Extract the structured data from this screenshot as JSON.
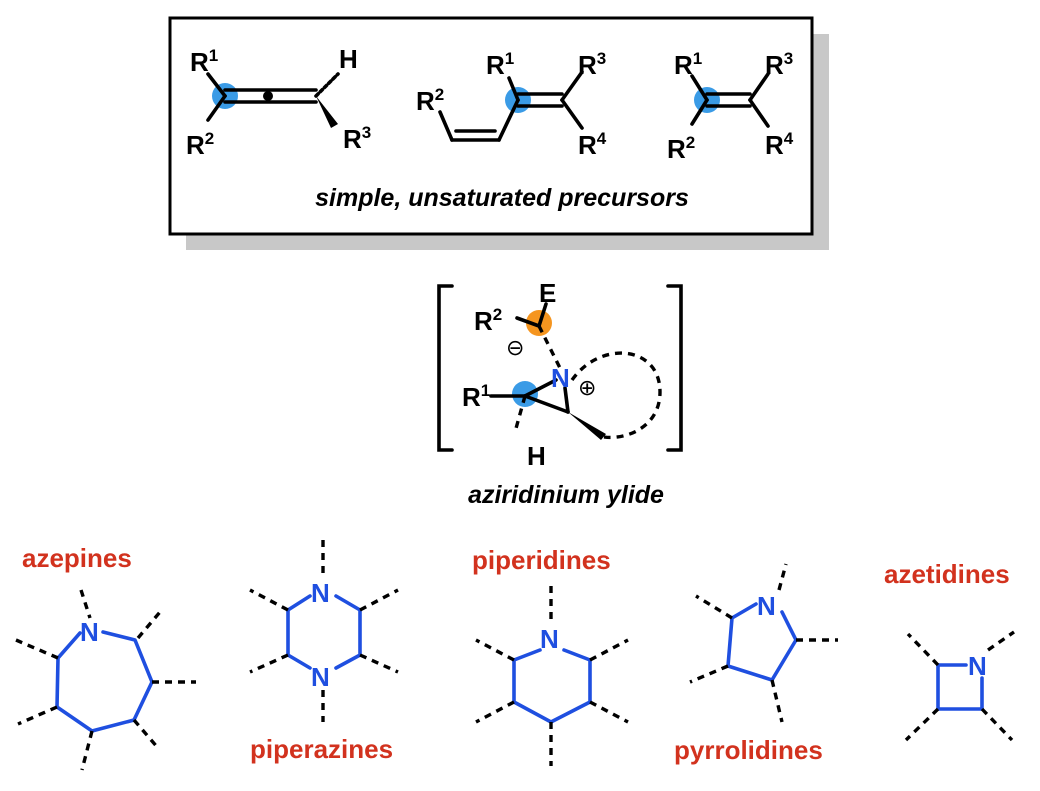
{
  "precursors": {
    "caption": "simple, unsaturated precursors",
    "allene": {
      "r1": "R",
      "r1_sup": "1",
      "r2": "R",
      "r2_sup": "2",
      "r3": "R",
      "r3_sup": "3",
      "h": "H"
    },
    "diene": {
      "r1": "R",
      "r1_sup": "1",
      "r2": "R",
      "r2_sup": "2",
      "r3": "R",
      "r3_sup": "3",
      "r4": "R",
      "r4_sup": "4"
    },
    "alkene": {
      "r1": "R",
      "r1_sup": "1",
      "r2": "R",
      "r2_sup": "2",
      "r3": "R",
      "r3_sup": "3",
      "r4": "R",
      "r4_sup": "4"
    }
  },
  "ylide": {
    "caption": "aziridinium ylide",
    "e": "E",
    "r2": "R",
    "r2_sup": "2",
    "r1": "R",
    "r1_sup": "1",
    "n": "N",
    "h": "H",
    "minus": "⊖",
    "plus": "⊕"
  },
  "products": {
    "azepines": {
      "label": "azepines",
      "n": "N"
    },
    "piperazines": {
      "label": "piperazines",
      "n1": "N",
      "n2": "N"
    },
    "piperidines": {
      "label": "piperidines",
      "n": "N"
    },
    "pyrrolidines": {
      "label": "pyrrolidines",
      "n": "N"
    },
    "azetidines": {
      "label": "azetidines",
      "n": "N"
    }
  },
  "colors": {
    "label_red": "#d2321e",
    "ring_blue": "#1f4fe0",
    "dot_blue": "#3a9be6",
    "dot_orange": "#f5951f"
  }
}
